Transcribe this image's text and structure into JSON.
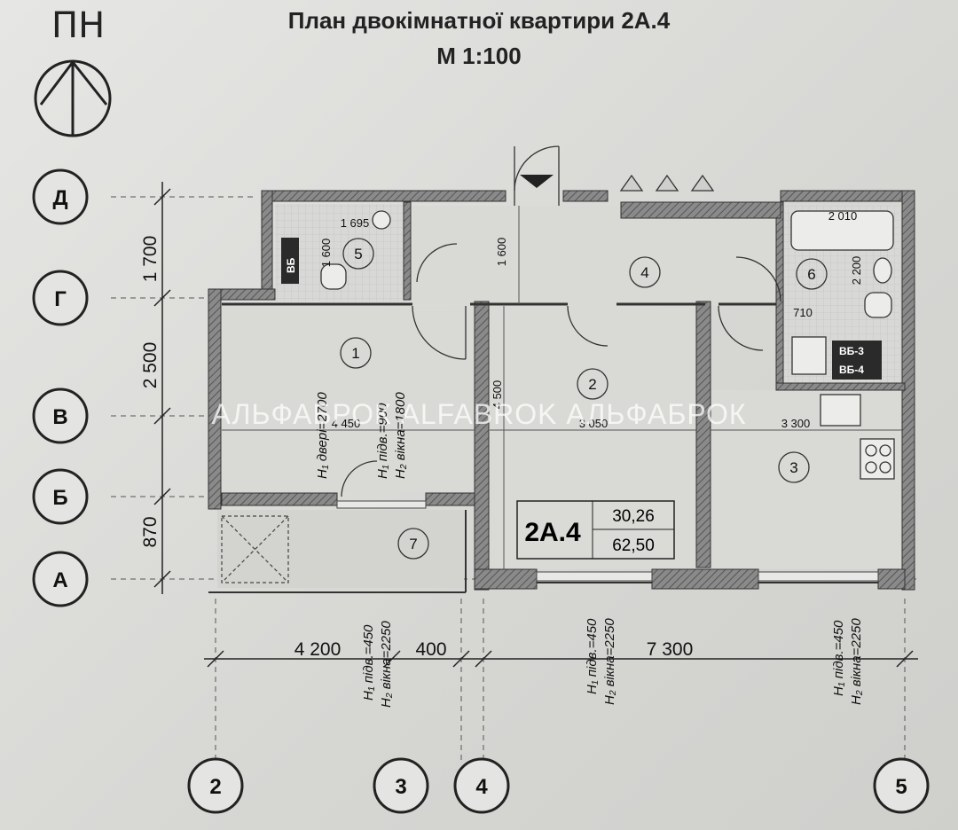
{
  "title": "План двокімнатної квартири 2А.4",
  "scale": "М 1:100",
  "north_label": "ПН",
  "watermark": "АЛЬФАБРОК ALFABROK АЛЬФАБРОК",
  "row_axes": [
    "Д",
    "Г",
    "В",
    "Б",
    "А"
  ],
  "column_axes": [
    "2",
    "3",
    "4",
    "5"
  ],
  "vertical_dims": [
    "1 700",
    "2 500",
    "870"
  ],
  "horizontal_dims": [
    "4 200",
    "400",
    "7 300"
  ],
  "room_numbers": [
    "1",
    "2",
    "3",
    "4",
    "5",
    "6",
    "7"
  ],
  "interior_dims": {
    "room1_width": "4 450",
    "room2_width": "3 050",
    "room3_width": "3 300",
    "room2_height": "4 500",
    "corridor_height": "1 600",
    "bath5_width": "1 695",
    "bath5_height": "1 600",
    "bath6_width": "2 010",
    "bath6_height": "2 200",
    "bath6_door": "710"
  },
  "appliance_tags": {
    "vb_left": "ВБ",
    "vb_right_top": "ВБ-3",
    "vb_right_bottom": "ВБ-4"
  },
  "room1_notes": {
    "door": "H₁ двері=2700",
    "sill": "H₁ підв.=900",
    "window": "H₂ вікна=1800"
  },
  "window_notes": [
    {
      "sill": "H₁ підв.=450",
      "window": "H₂ вікна=2250"
    },
    {
      "sill": "H₁ підв.=450",
      "window": "H₂ вікна=2250"
    },
    {
      "sill": "H₁ підв.=450",
      "window": "H₂ вікна=2250"
    }
  ],
  "apartment": {
    "code": "2А.4",
    "living_area": "30,26",
    "total_area": "62,50"
  }
}
